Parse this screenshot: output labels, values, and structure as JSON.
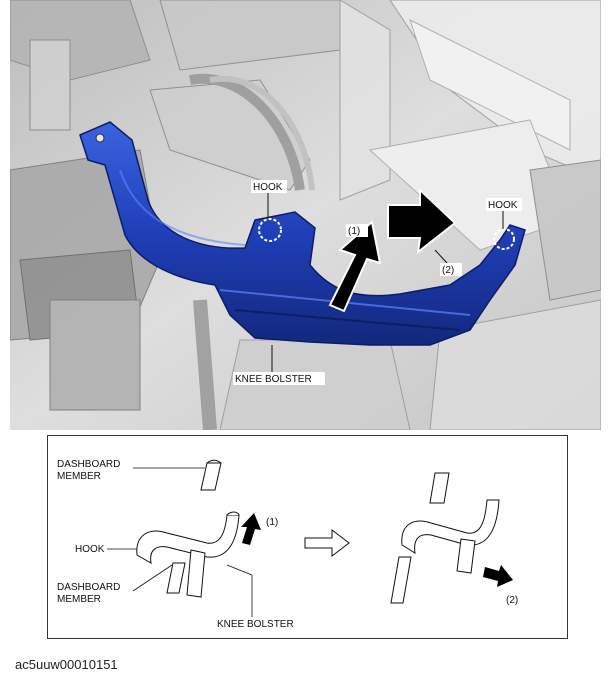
{
  "photo": {
    "labels": {
      "hook_left": "HOOK",
      "hook_right": "HOOK",
      "step1": "(1)",
      "step2": "(2)",
      "knee_bolster": "KNEE BOLSTER"
    },
    "colors": {
      "bolster": "#1f3fb8",
      "background": "#d8d8d8"
    }
  },
  "inset": {
    "labels": {
      "dashboard_member_top": [
        "DASHBOARD",
        "MEMBER"
      ],
      "hook": "HOOK",
      "dashboard_member_bottom": [
        "DASHBOARD",
        "MEMBER"
      ],
      "knee_bolster": "KNEE BOLSTER",
      "step1": "(1)",
      "step2": "(2)"
    }
  },
  "footer": {
    "doc_id": "ac5uuw00010151"
  }
}
